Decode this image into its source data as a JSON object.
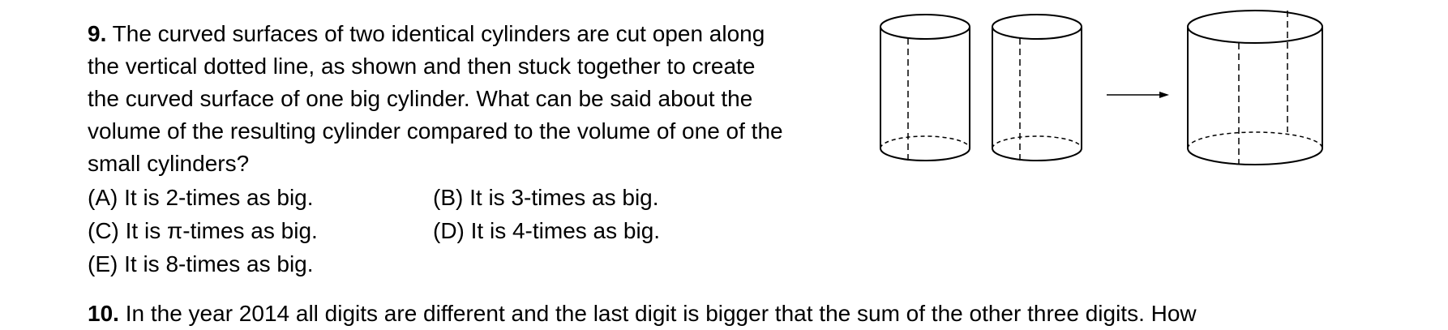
{
  "question9": {
    "number": "9.",
    "lines": [
      "The curved surfaces of two identical cylinders are cut open along",
      "the vertical dotted line, as shown and then stuck together to create",
      "the curved surface of one big cylinder. What can be said about the",
      "volume of the resulting cylinder compared to the volume of one of the",
      "small cylinders?"
    ],
    "options": {
      "A": "(A) It is 2-times as big.",
      "B": "(B) It is 3-times as big.",
      "C": "(C) It is π-times as big.",
      "D": "(D) It is 4-times as big.",
      "E": "(E) It is 8-times as big."
    }
  },
  "question10": {
    "number": "10.",
    "text": "In the year 2014 all digits are different and the last digit is bigger that the sum of the other three digits. How"
  },
  "figure": {
    "stroke_color": "#000000",
    "icons": [
      "small-cylinder",
      "small-cylinder",
      "right-arrow",
      "big-cylinder"
    ]
  }
}
